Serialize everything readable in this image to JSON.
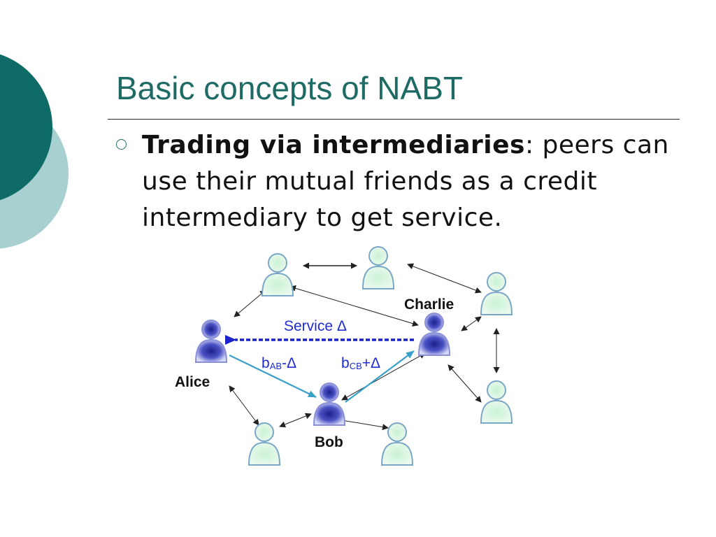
{
  "slide": {
    "title": "Basic concepts of NABT",
    "bullet": {
      "term": "Trading via intermediaries",
      "separator": ":",
      "text": " peers can use their mutual friends as a credit intermediary to get service."
    }
  },
  "diagram": {
    "nodes": {
      "alice": "Alice",
      "bob": "Bob",
      "charlie": "Charlie"
    },
    "edges": {
      "service": "Service Δ",
      "alice_bob": {
        "b": "b",
        "sub": "AB",
        "rest": "-Δ"
      },
      "bob_charlie": {
        "b": "b",
        "sub": "CB",
        "rest": "+Δ"
      }
    }
  },
  "colors": {
    "title": "#1e6b66",
    "deco_dark": "#0f6b66",
    "deco_light": "#a8d0d0",
    "service_arrow": "#1a22c8",
    "credit_arrow": "#3aa0c8",
    "peer_fill": "#dff5e6",
    "peer_stroke": "#7aa7c6",
    "key_peer": "#2a2f9e"
  }
}
